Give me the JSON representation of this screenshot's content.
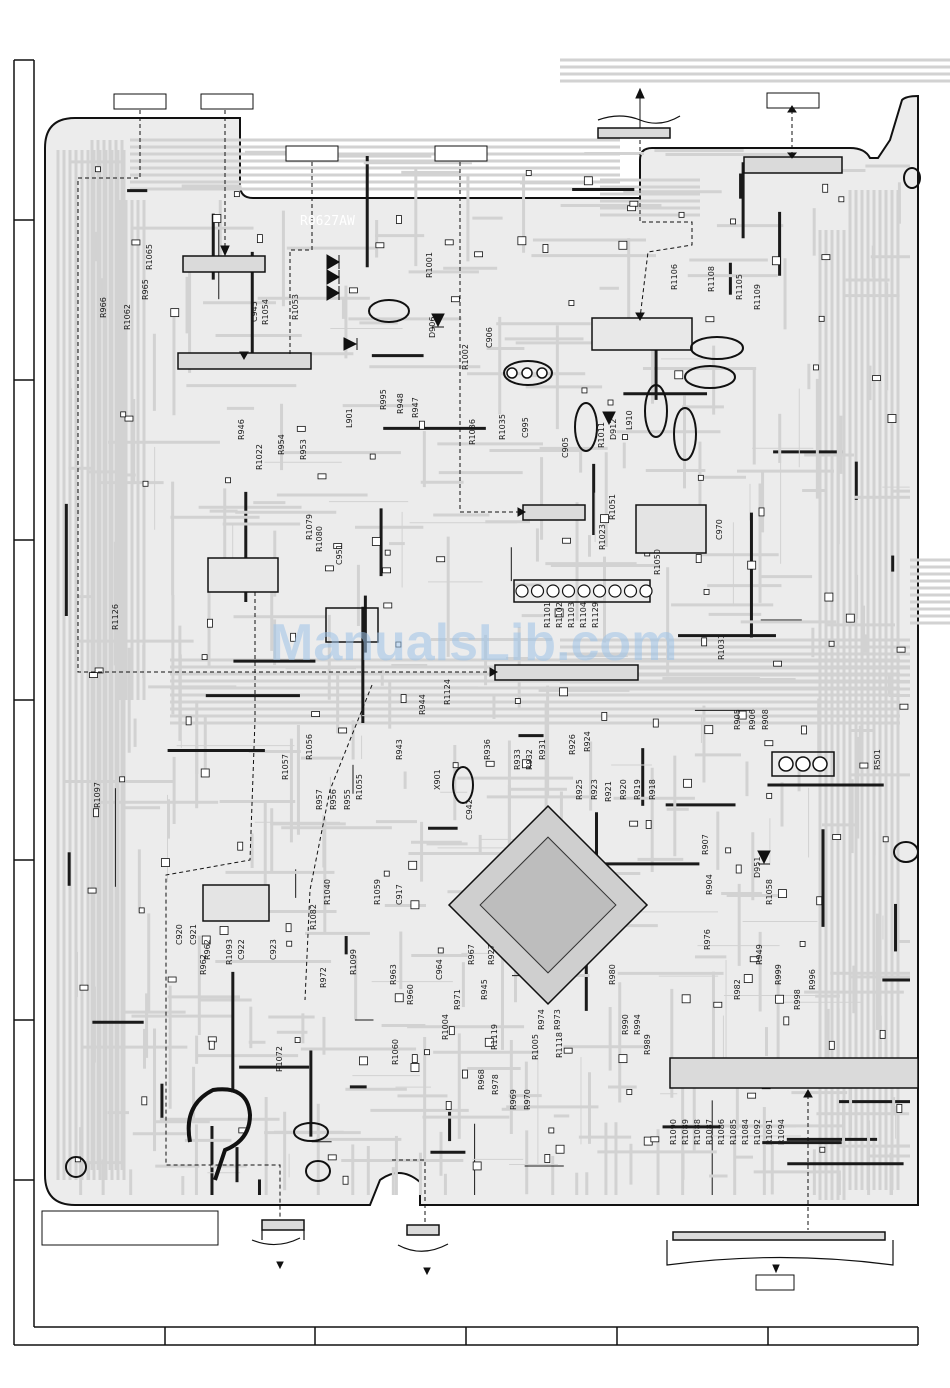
{
  "watermark": "ManualsLib.com",
  "board_marking": "R0627AW",
  "component_labels": [
    "R966",
    "R1062",
    "R965",
    "R1065",
    "C945",
    "R1054",
    "R1053",
    "D906",
    "R1001",
    "R1002",
    "C906",
    "R1036",
    "R1035",
    "C995",
    "C905",
    "R1011",
    "D912",
    "L910",
    "R1106",
    "R1108",
    "R1105",
    "R1109",
    "R946",
    "R1022",
    "R954",
    "R953",
    "L901",
    "R995",
    "R948",
    "R947",
    "R1079",
    "R1080",
    "C951",
    "R1051",
    "R1023",
    "C970",
    "R1050",
    "R1126",
    "R1101",
    "R1102",
    "R1103",
    "R1104",
    "R1129",
    "R1031",
    "R944",
    "R1124",
    "R943",
    "X901",
    "C942",
    "R936",
    "R933",
    "R932",
    "R931",
    "R926",
    "R924",
    "R925",
    "R923",
    "R921",
    "R920",
    "R919",
    "R918",
    "R905",
    "R906",
    "R908",
    "R501",
    "R1057",
    "R1056",
    "R957",
    "R956",
    "R955",
    "R1055",
    "R1097",
    "R907",
    "R904",
    "D951",
    "R1058",
    "R1040",
    "R1082",
    "R972",
    "R1099",
    "C917",
    "R1059",
    "R963",
    "R960",
    "C964",
    "R967",
    "R927",
    "R971",
    "R945",
    "R1119",
    "R974",
    "R973",
    "R980",
    "R976",
    "R982",
    "R949",
    "R999",
    "R998",
    "R996",
    "C920",
    "R962",
    "C921",
    "R1093",
    "C922",
    "C923",
    "R1060",
    "R1004",
    "R1005",
    "R1118",
    "R990",
    "R994",
    "R989",
    "R968",
    "R978",
    "R969",
    "R970",
    "R1072",
    "R1090",
    "R1089",
    "R1088",
    "R1087",
    "R1086",
    "R1085",
    "R1084",
    "R1092",
    "R1091",
    "R1094",
    "R962"
  ],
  "colors": {
    "background": "#ffffff",
    "copper": "#d2d2d2",
    "outline": "#1a1a1a",
    "watermark": "#9fc4e8"
  }
}
